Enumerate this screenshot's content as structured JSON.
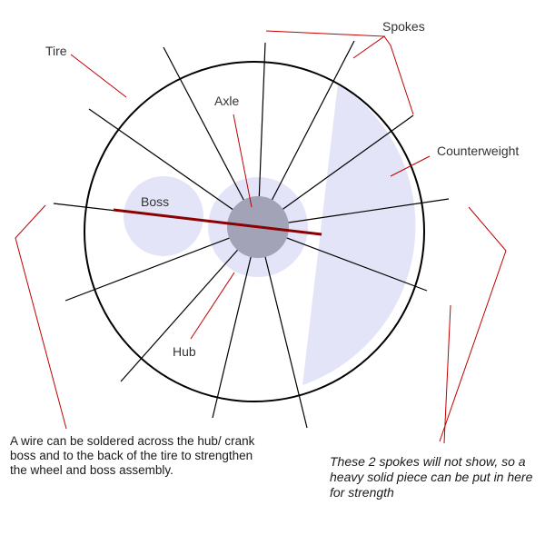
{
  "labels": {
    "tire": "Tire",
    "spokes": "Spokes",
    "axle": "Axle",
    "counterweight": "Counterweight",
    "boss": "Boss",
    "hub": "Hub"
  },
  "notes": {
    "wire": "A wire can be soldered across the hub/ crank boss and to the back of the tire to strengthen the wheel and boss assembly.",
    "spokes": "These 2 spokes will not show, so a heavy solid piece can be put in here for strength"
  },
  "colors": {
    "outline": "#000000",
    "leader": "#c00000",
    "wire": "#8b0000",
    "fill_light": "#e4e4f8",
    "hub_dark": "#a3a3b8"
  }
}
